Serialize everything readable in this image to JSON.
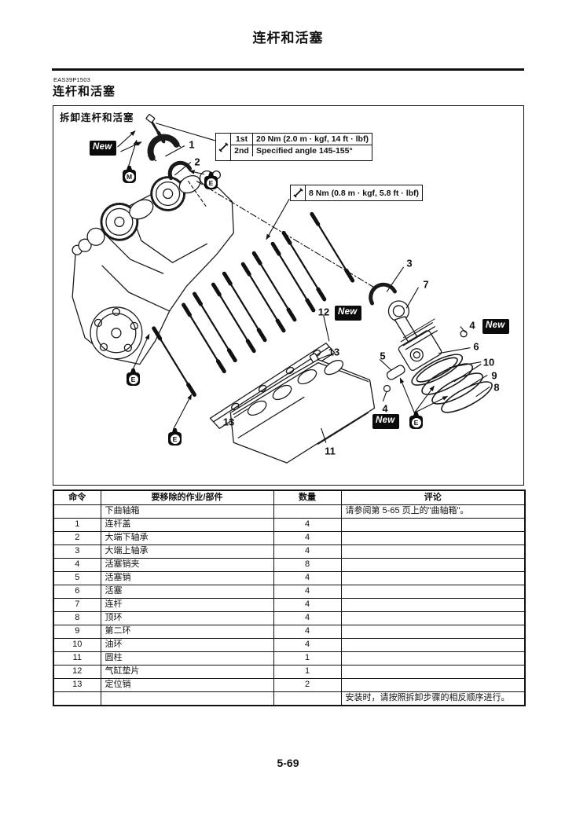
{
  "page": {
    "header_title": "连杆和活塞",
    "section_code": "EAS39P1503",
    "section_title": "连杆和活塞",
    "page_number": "5-69"
  },
  "figure": {
    "caption": "拆卸连杆和活塞",
    "torque_main": {
      "rows": [
        {
          "step": "1st",
          "value": "20 Nm (2.0 m · kgf, 14 ft · lbf)"
        },
        {
          "step": "2nd",
          "value": "Specified angle 145-155°"
        }
      ]
    },
    "torque_secondary": "8 Nm (0.8 m · kgf, 5.8 ft · lbf)",
    "labels": {
      "new": "New",
      "molybdenum": "M",
      "engine_oil": "E"
    },
    "callouts": [
      "1",
      "2",
      "3",
      "4",
      "5",
      "6",
      "7",
      "8",
      "9",
      "10",
      "11",
      "12",
      "13"
    ]
  },
  "table": {
    "headers": [
      "命令",
      "要移除的作业/部件",
      "数量",
      "评论"
    ],
    "rows": [
      {
        "order": "",
        "part": "下曲轴箱",
        "qty": "",
        "remarks": "请参阅第 5-65 页上的\"曲轴箱\"。"
      },
      {
        "order": "1",
        "part": "连杆盖",
        "qty": "4",
        "remarks": ""
      },
      {
        "order": "2",
        "part": "大端下轴承",
        "qty": "4",
        "remarks": ""
      },
      {
        "order": "3",
        "part": "大端上轴承",
        "qty": "4",
        "remarks": ""
      },
      {
        "order": "4",
        "part": "活塞销夹",
        "qty": "8",
        "remarks": ""
      },
      {
        "order": "5",
        "part": "活塞销",
        "qty": "4",
        "remarks": ""
      },
      {
        "order": "6",
        "part": "活塞",
        "qty": "4",
        "remarks": ""
      },
      {
        "order": "7",
        "part": "连杆",
        "qty": "4",
        "remarks": ""
      },
      {
        "order": "8",
        "part": "顶环",
        "qty": "4",
        "remarks": ""
      },
      {
        "order": "9",
        "part": "第二环",
        "qty": "4",
        "remarks": ""
      },
      {
        "order": "10",
        "part": "油环",
        "qty": "4",
        "remarks": ""
      },
      {
        "order": "11",
        "part": "圆柱",
        "qty": "1",
        "remarks": ""
      },
      {
        "order": "12",
        "part": "气缸垫片",
        "qty": "1",
        "remarks": ""
      },
      {
        "order": "13",
        "part": "定位销",
        "qty": "2",
        "remarks": ""
      },
      {
        "order": "",
        "part": "",
        "qty": "",
        "remarks": "安装时，请按照拆卸步骤的相反顺序进行。"
      }
    ]
  }
}
